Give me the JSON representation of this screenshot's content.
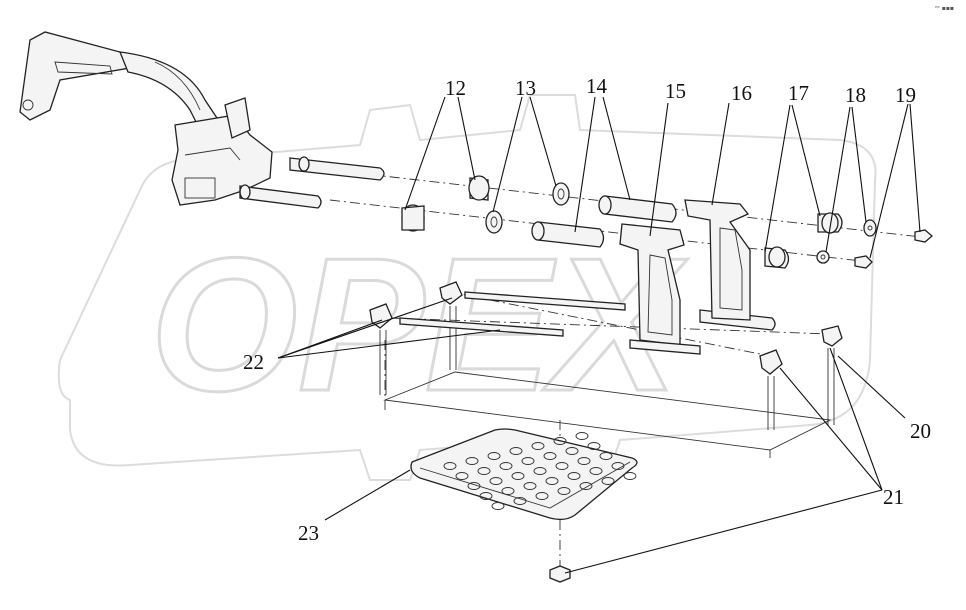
{
  "corner_mark": "ⁿᵉ ▪▪▪",
  "watermark": {
    "text": "OPEX"
  },
  "callouts": [
    {
      "id": "12",
      "text": "12"
    },
    {
      "id": "13",
      "text": "13"
    },
    {
      "id": "14",
      "text": "14"
    },
    {
      "id": "15",
      "text": "15"
    },
    {
      "id": "16",
      "text": "16"
    },
    {
      "id": "17",
      "text": "17"
    },
    {
      "id": "18",
      "text": "18"
    },
    {
      "id": "19",
      "text": "19"
    },
    {
      "id": "20",
      "text": "20"
    },
    {
      "id": "21",
      "text": "21"
    },
    {
      "id": "22",
      "text": "22"
    },
    {
      "id": "23",
      "text": "23"
    }
  ]
}
